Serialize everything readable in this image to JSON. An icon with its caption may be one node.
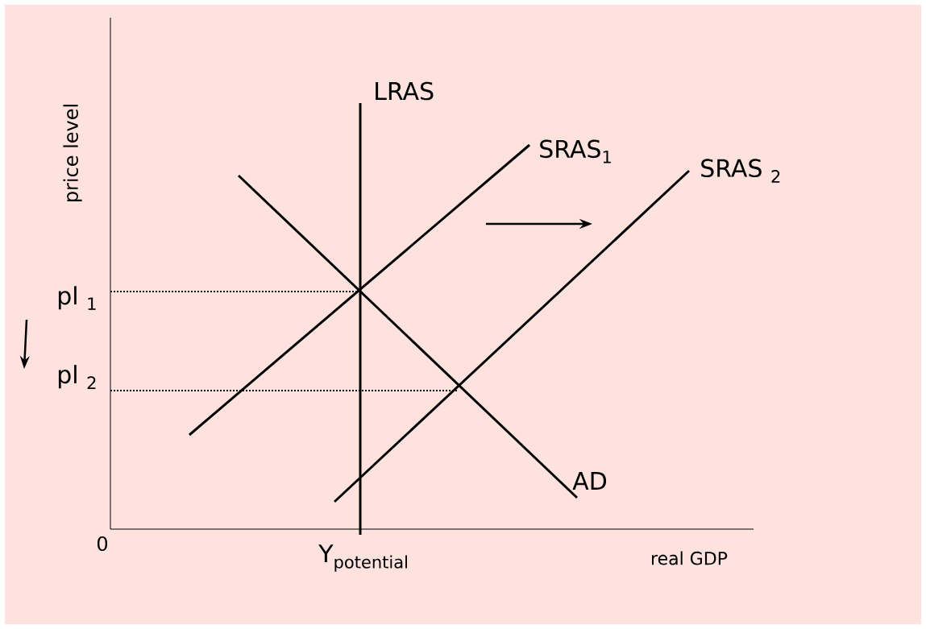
{
  "diagram": {
    "labels": [
      "price level",
      "LRAS",
      "SRAS$_{1}$",
      "SRAS $_{2}$",
      "pl $_{1}$",
      "pl $_{2}$",
      "AD",
      "0",
      "\\text{Y}_{\\text{potential}}",
      "real GDP"
    ]
  }
}
